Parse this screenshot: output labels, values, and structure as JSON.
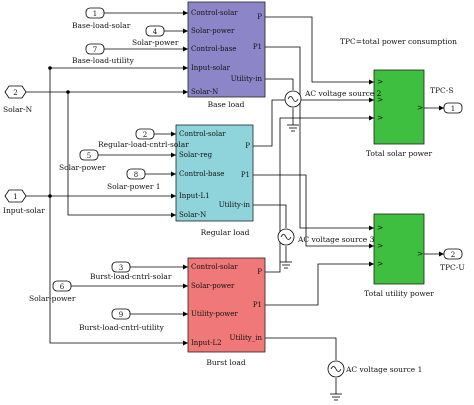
{
  "colors": {
    "base_load": "#8c86c8",
    "regular_load": "#8fd3db",
    "burst_load": "#f07878",
    "sum_block": "#3fbf3f"
  },
  "annotation": {
    "tpc_note": "TPC=total power consumption"
  },
  "inputs": [
    {
      "num": "1",
      "label": "Base-load-solar"
    },
    {
      "num": "4",
      "label": "Solar-power"
    },
    {
      "num": "7",
      "label": "Base-load-utility"
    },
    {
      "num": "2",
      "label": "Solar-N"
    },
    {
      "num": "2",
      "label": "Regular-load-cntrl-solar"
    },
    {
      "num": "5",
      "label": "Solar-power"
    },
    {
      "num": "8",
      "label": "Solar-power 1"
    },
    {
      "num": "1",
      "label": "Input-solar"
    },
    {
      "num": "3",
      "label": "Burst-load-cntrl-solar"
    },
    {
      "num": "6",
      "label": "Solar-power"
    },
    {
      "num": "9",
      "label": "Burst-load-cntrl-utility"
    }
  ],
  "outputs": [
    {
      "num": "1",
      "label": "TPC-S"
    },
    {
      "num": "2",
      "label": "TPC-U"
    }
  ],
  "blocks": {
    "base": {
      "title": "Base load",
      "in_ports": [
        "Control-solar",
        "Solar-power",
        "Control-base",
        "Input-solar",
        "Solar-N"
      ],
      "out_ports": [
        "P",
        "P1",
        "Utility-in"
      ]
    },
    "regular": {
      "title": "Regular load",
      "in_ports": [
        "Control-solar",
        "Solar-reg",
        "Control-base",
        "Input-L1",
        "Solar-N"
      ],
      "out_ports": [
        "P",
        "P1",
        "Utility-in"
      ]
    },
    "burst": {
      "title": "Burst load",
      "in_ports": [
        "Control-solar",
        "Solar-power",
        "Utility-power",
        "Input-L2"
      ],
      "out_ports": [
        "P",
        "P1",
        "Utility_in"
      ]
    }
  },
  "sums": {
    "solar": {
      "title": "Total solar power"
    },
    "utility": {
      "title": "Total utility power"
    }
  },
  "sources": [
    "AC voltage source 2",
    "AC voltage source 3",
    "AC voltage source 1"
  ]
}
